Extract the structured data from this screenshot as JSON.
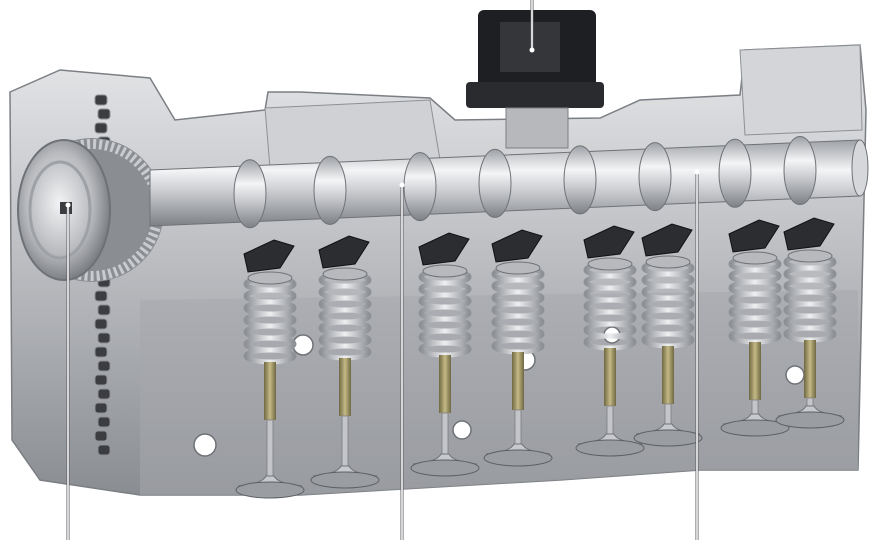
{
  "figure": {
    "background": "#ffffff",
    "components": {
      "cylinder_head": "cutaway-cylinder-head",
      "camshaft": "camshaft",
      "sprocket": "camshaft-sprocket-with-phaser",
      "timing_chain": "timing-chain",
      "actuator": "black-valve-lift-actuator",
      "rocker_arms": "roller-rocker-arms",
      "valve_springs": "coil-valve-springs",
      "valves": "poppet-valves"
    },
    "valve_count": 8,
    "callout_count": 4,
    "colors": {
      "aluminum_light": "#d9dadc",
      "aluminum_dark": "#8e9196",
      "steel": "#c8cace",
      "actuator": "#1e1f22",
      "valve_stem_bronze": "#9c9162",
      "rocker": "#2b2d31",
      "leader_line": "#ffffff"
    }
  }
}
